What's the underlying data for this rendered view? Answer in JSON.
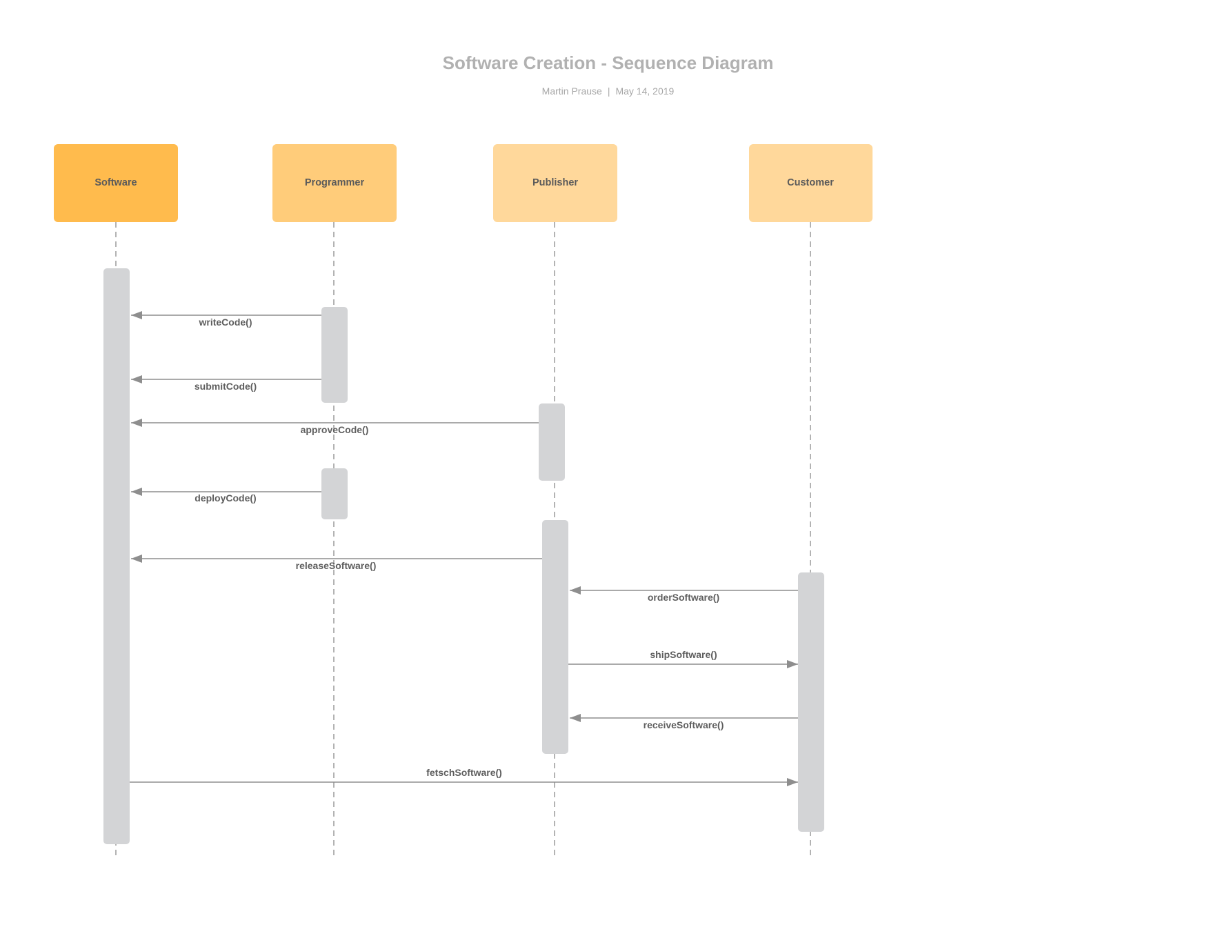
{
  "header": {
    "title": "Software Creation - Sequence Diagram",
    "author": "Martin Prause",
    "separator": "|",
    "date": "May 14, 2019"
  },
  "colors": {
    "software_box": "#ffbb4d",
    "programmer_box": "#ffcc7a",
    "publisher_box": "#ffd89b",
    "customer_box": "#ffd89b",
    "activation": "#d3d4d6",
    "arrow": "#8e8e8e",
    "lifeline": "#8a8a8a"
  },
  "actors": [
    {
      "id": "software",
      "label": "Software"
    },
    {
      "id": "programmer",
      "label": "Programmer"
    },
    {
      "id": "publisher",
      "label": "Publisher"
    },
    {
      "id": "customer",
      "label": "Customer"
    }
  ],
  "messages": [
    {
      "label": "writeCode()",
      "from": "programmer",
      "to": "software"
    },
    {
      "label": "submitCode()",
      "from": "programmer",
      "to": "software"
    },
    {
      "label": "approveCode()",
      "from": "publisher",
      "to": "software"
    },
    {
      "label": "deployCode()",
      "from": "programmer",
      "to": "software"
    },
    {
      "label": "releaseSoftware()",
      "from": "publisher",
      "to": "software"
    },
    {
      "label": "orderSoftware()",
      "from": "customer",
      "to": "publisher"
    },
    {
      "label": "shipSoftware()",
      "from": "publisher",
      "to": "customer"
    },
    {
      "label": "receiveSoftware()",
      "from": "customer",
      "to": "publisher"
    },
    {
      "label": "fetschSoftware()",
      "from": "software",
      "to": "customer"
    }
  ]
}
